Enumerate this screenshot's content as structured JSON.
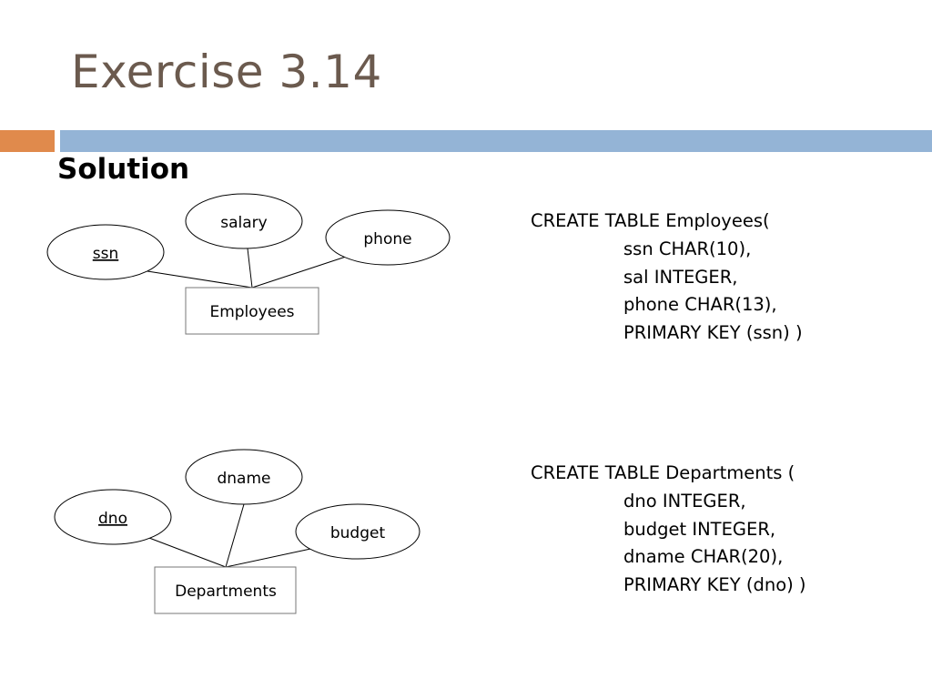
{
  "slide": {
    "title": "Exercise 3.14",
    "subtitle": "Solution"
  },
  "colors": {
    "title_text": "#6b5a4e",
    "accent_orange": "#e08a4c",
    "accent_blue": "#94b4d6"
  },
  "employees_er": {
    "entity": "Employees",
    "attributes": [
      {
        "name": "ssn",
        "key": true
      },
      {
        "name": "salary",
        "key": false
      },
      {
        "name": "phone",
        "key": false
      }
    ]
  },
  "departments_er": {
    "entity": "Departments",
    "attributes": [
      {
        "name": "dno",
        "key": true
      },
      {
        "name": "dname",
        "key": false
      },
      {
        "name": "budget",
        "key": false
      }
    ]
  },
  "sql_employees": {
    "header": "CREATE TABLE Employees(",
    "lines": [
      "ssn CHAR(10),",
      "sal INTEGER,",
      "phone CHAR(13),",
      "PRIMARY KEY (ssn) )"
    ]
  },
  "sql_departments": {
    "header": "CREATE TABLE Departments (",
    "lines": [
      "dno INTEGER,",
      "budget INTEGER,",
      "dname CHAR(20),",
      "PRIMARY KEY (dno) )"
    ]
  }
}
